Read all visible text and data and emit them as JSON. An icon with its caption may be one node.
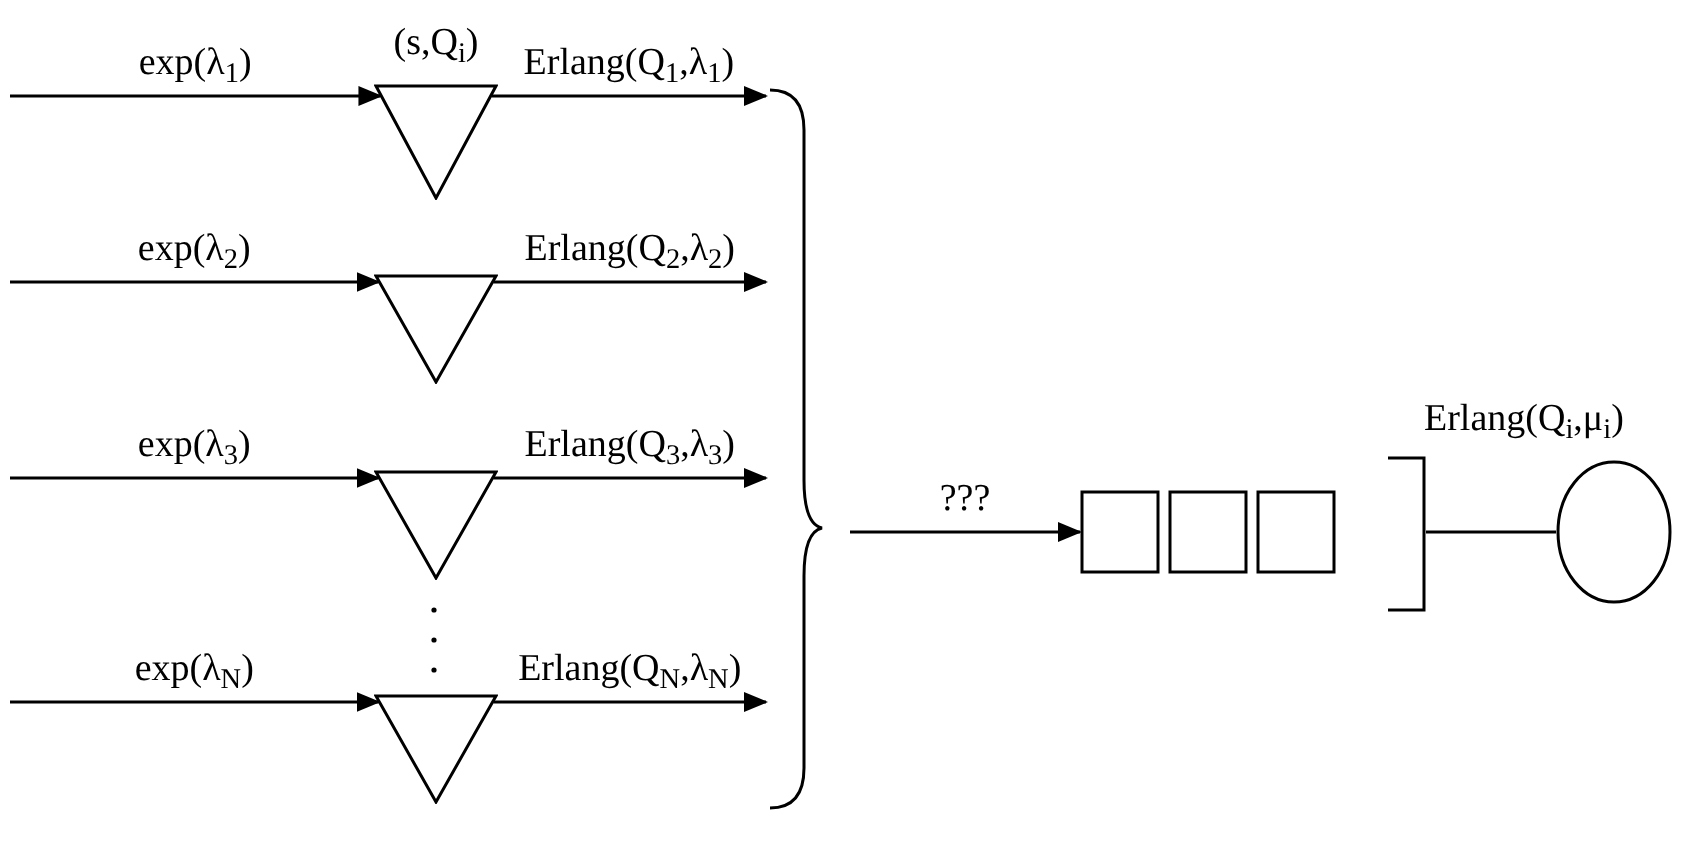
{
  "diagram": {
    "nodes": [
      {
        "text": [],
        "shape": "triangle",
        "beside": [
          "(s,Q$_{i}$)"
        ]
      },
      {
        "text": [],
        "shape": "triangle"
      },
      {
        "text": [],
        "shape": "triangle"
      },
      {
        "text": [],
        "shape": "triangle"
      },
      {
        "text": [],
        "shape": "brace"
      },
      {
        "text": [],
        "shape": "box"
      },
      {
        "text": [],
        "shape": "box"
      },
      {
        "text": [],
        "shape": "box"
      },
      {
        "text": [],
        "shape": "bracket"
      },
      {
        "text": [],
        "shape": "circle"
      }
    ],
    "edges": [
      {
        "from": null,
        "to": 0,
        "arrow": "to",
        "label": "exp(λ$_{1}$)"
      },
      {
        "from": 0,
        "to": 4,
        "arrow": "to",
        "label": "Erlang(Q$_{1}$,λ$_{1}$)"
      },
      {
        "from": null,
        "to": 1,
        "arrow": "to",
        "label": "exp(λ$_{2}$)"
      },
      {
        "from": 1,
        "to": 4,
        "arrow": "to",
        "label": "Erlang(Q$_{2}$,λ$_{2}$)"
      },
      {
        "from": null,
        "to": 2,
        "arrow": "to",
        "label": "exp(λ$_{3}$)"
      },
      {
        "from": 2,
        "to": 4,
        "arrow": "to",
        "label": "Erlang(Q$_{3}$,λ$_{3}$)"
      },
      {
        "from": null,
        "to": 3,
        "arrow": "to",
        "label": "exp(λ$_{N}$)"
      },
      {
        "from": 3,
        "to": 4,
        "arrow": "to",
        "label": "Erlang(Q$_{N}$,λ$_{N}$)"
      },
      {
        "from": null,
        "to": 5,
        "arrow": "to",
        "label": "???"
      },
      {
        "from": 8,
        "to": 9,
        "arrow": "none"
      }
    ],
    "labels": [
      "Erlang(Q$_{i}$,μ$_{i}$)"
    ]
  }
}
